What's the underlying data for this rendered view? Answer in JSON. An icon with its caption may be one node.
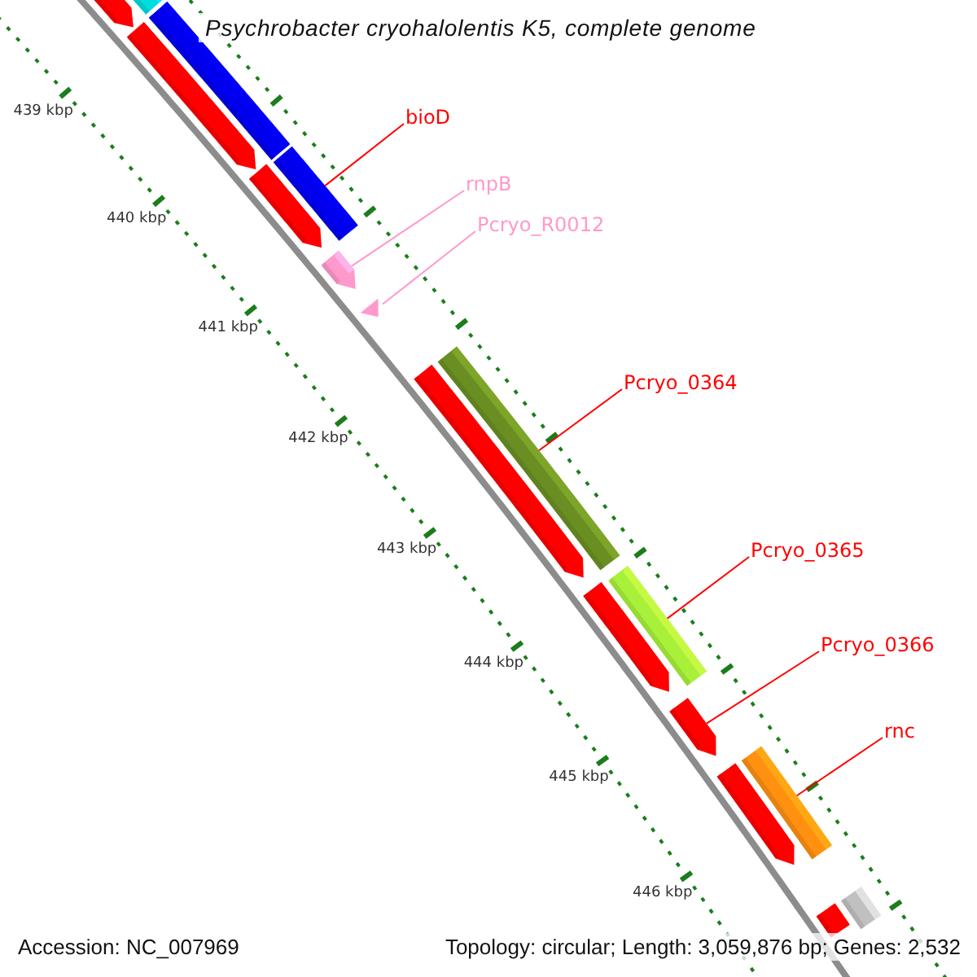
{
  "diagram": {
    "title": "Psychrobacter cryohalolentis K5, complete genome",
    "nodes": [
      {
        "text": [
          "bioD"
        ]
      },
      {
        "text": [
          "rnpB"
        ]
      },
      {
        "text": [
          "Pcryo_R0012"
        ]
      },
      {
        "text": [
          "Pcryo_0364"
        ]
      },
      {
        "text": [
          "Pcryo_0365"
        ]
      },
      {
        "text": [
          "Pcryo_0366"
        ]
      },
      {
        "text": [
          "rnc"
        ]
      },
      {
        "text": [],
        "shape": "arrow"
      },
      {
        "text": [],
        "shape": "bar"
      },
      {
        "text": [],
        "shape": "bar"
      },
      {
        "text": [],
        "shape": "arrow"
      },
      {
        "text": [],
        "shape": "arrow"
      },
      {
        "text": [],
        "shape": "bar"
      },
      {
        "text": [],
        "shape": "arrow"
      },
      {
        "text": [],
        "shape": "arrow"
      },
      {
        "text": [],
        "shape": "arrow"
      },
      {
        "text": [],
        "shape": "bar"
      },
      {
        "text": [],
        "shape": "arrow"
      },
      {
        "text": [],
        "shape": "bar"
      },
      {
        "text": [],
        "shape": "arrow"
      },
      {
        "text": [],
        "shape": "arrow"
      },
      {
        "text": [],
        "shape": "bar"
      },
      {
        "text": [],
        "shape": "bar"
      },
      {
        "text": [],
        "shape": "bar"
      }
    ],
    "edges": [
      {
        "from": 0,
        "to": 12,
        "arrow": "none"
      },
      {
        "from": 1,
        "to": 13,
        "arrow": "none",
        "color": "#ff99cc"
      },
      {
        "from": 2,
        "to": 14,
        "arrow": "none",
        "color": "#ff99cc"
      },
      {
        "from": 3,
        "to": 16,
        "arrow": "none"
      },
      {
        "from": 4,
        "to": 18,
        "arrow": "none"
      },
      {
        "from": 5,
        "to": 19,
        "arrow": "none"
      },
      {
        "from": 6,
        "to": 21,
        "arrow": "none"
      }
    ],
    "labels": [
      "439 kbp",
      "440 kbp",
      "441 kbp",
      "442 kbp",
      "443 kbp",
      "444 kbp",
      "445 kbp",
      "446 kbp",
      "Accession: NC_007969",
      "Topology: circular; Length: 3,059,876 bp; Genes: 2,532"
    ]
  }
}
